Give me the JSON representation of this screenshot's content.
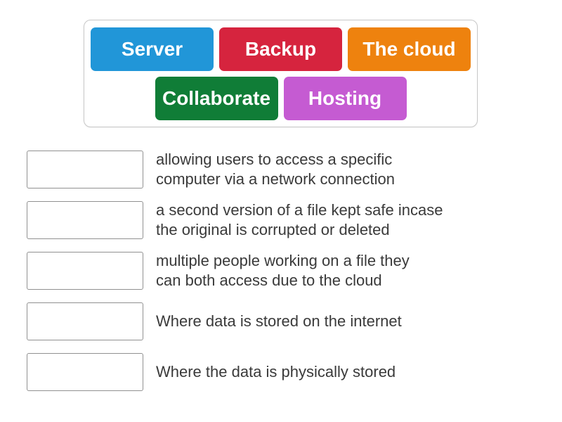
{
  "activity": {
    "type_label": "match-up",
    "background_color": "#ffffff",
    "text_color": "#3a3a3a",
    "slot_border_color": "#919191",
    "bank_border_color": "#c8c8c8"
  },
  "word_bank": {
    "tiles": [
      {
        "label": "Server",
        "color": "#2196d8"
      },
      {
        "label": "Backup",
        "color": "#d6243e"
      },
      {
        "label": "The cloud",
        "color": "#ee820e"
      },
      {
        "label": "Collaborate",
        "color": "#107d37"
      },
      {
        "label": "Hosting",
        "color": "#c55bd2"
      }
    ]
  },
  "questions": [
    {
      "lines": [
        "allowing users to access a specific",
        "computer via a network connection"
      ]
    },
    {
      "lines": [
        "a second version of a file kept safe incase",
        "the original is corrupted or deleted"
      ]
    },
    {
      "lines": [
        "multiple people working on a file they",
        "can both access due to the cloud"
      ]
    },
    {
      "lines": [
        "Where data is stored on the internet"
      ]
    },
    {
      "lines": [
        "Where the data is physically stored"
      ]
    }
  ]
}
